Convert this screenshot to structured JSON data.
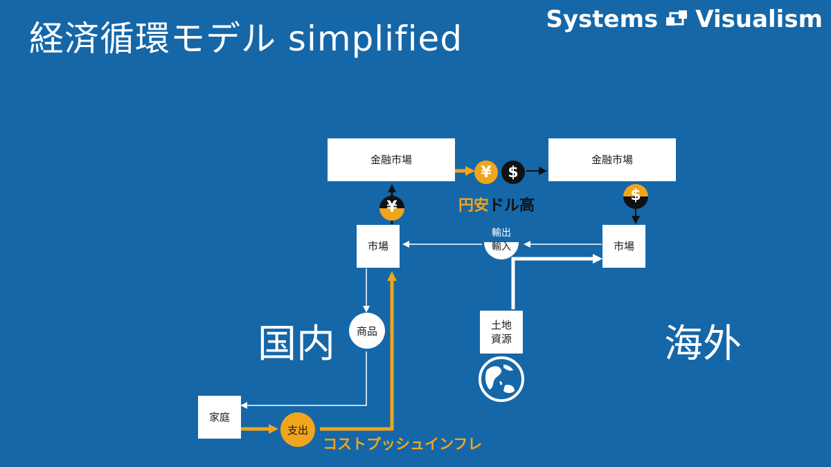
{
  "title": "経済循環モデル simplified",
  "brand": {
    "left": "Systems",
    "right": "Visualism"
  },
  "regions": {
    "domestic": "国内",
    "overseas": "海外"
  },
  "nodes": {
    "fin_market_domestic": "金融市場",
    "fin_market_foreign": "金融市場",
    "market_domestic": "市場",
    "market_foreign": "市場",
    "goods": "商品",
    "household": "家庭",
    "spending": "支出",
    "land_line1": "土地",
    "land_line2": "資源",
    "export": "輸出",
    "import": "輸入"
  },
  "symbols": {
    "yen": "¥",
    "dollar": "$"
  },
  "labels": {
    "fx_yen": "円安",
    "fx_dollar": "ドル高",
    "cost_push": "コストプッシュインフレ"
  },
  "colors": {
    "background": "#1567a8",
    "accent": "#f0a51c",
    "dark": "#111111",
    "light": "#ffffff"
  }
}
